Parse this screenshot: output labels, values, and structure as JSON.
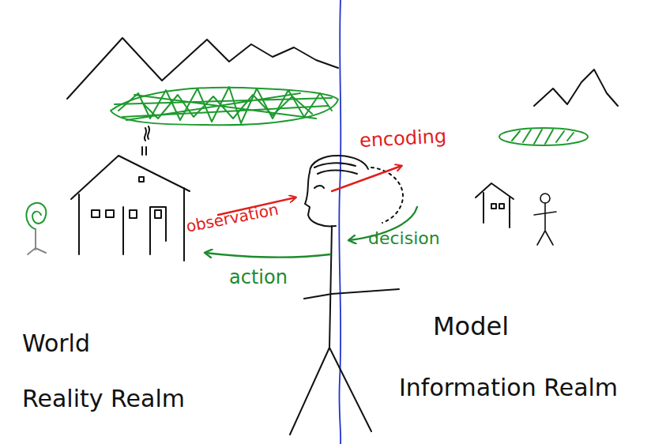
{
  "diagram": {
    "labels": [
      "encoding",
      "observation",
      "decision",
      "action",
      "World",
      "Reality Realm",
      "Model",
      "Information Realm"
    ]
  }
}
